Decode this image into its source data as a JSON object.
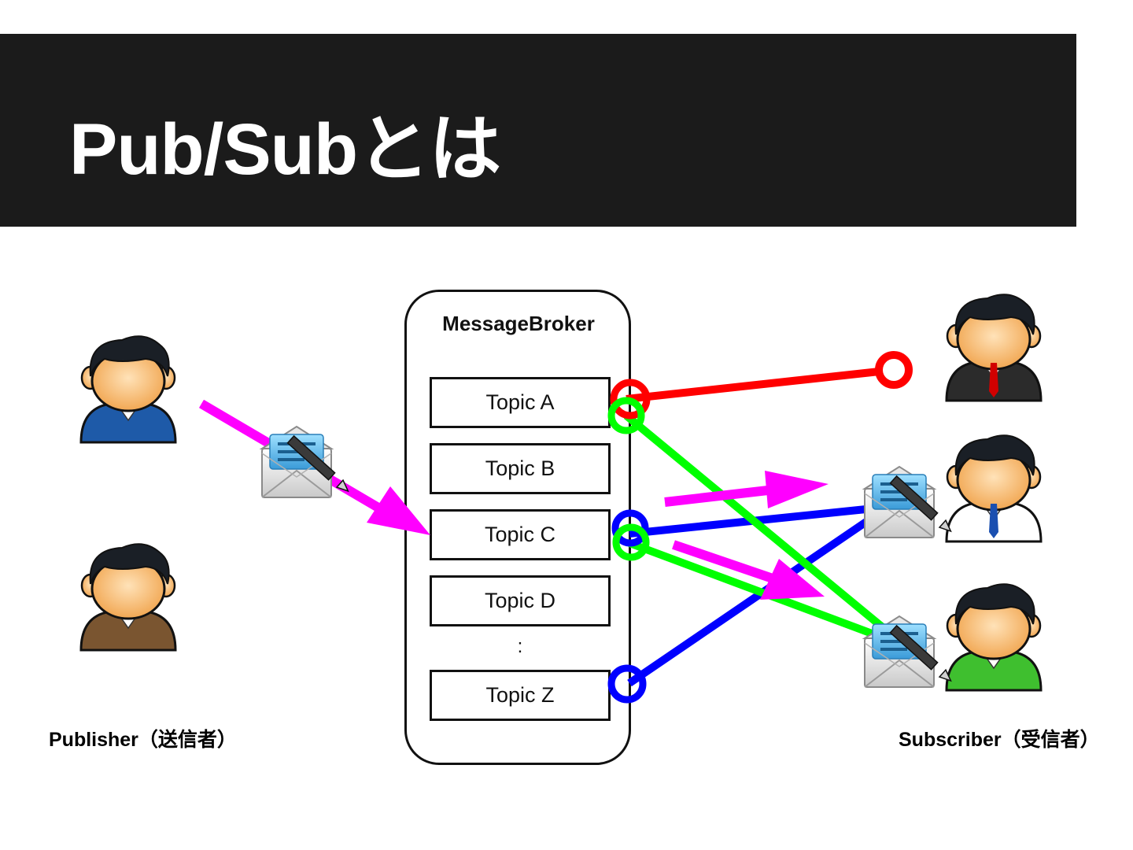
{
  "slide": {
    "title": "Pub/Subとは"
  },
  "broker": {
    "title": "MessageBroker",
    "topics": [
      "Topic A",
      "Topic B",
      "Topic C",
      "Topic D",
      "Topic Z"
    ],
    "ellipsis": ":"
  },
  "labels": {
    "publisher": "Publisher（送信者）",
    "subscriber": "Subscriber（受信者）"
  },
  "colors": {
    "title_bar": "#1b1b1b",
    "topic_a_line": "#ff0000",
    "topic_c_line": "#0000ff",
    "topic_ac_line": "#00ff00",
    "message_arrow": "#ff00ff",
    "publisher_1_suit": "#1e5aa8",
    "publisher_2_suit": "#7a5530",
    "subscriber_1_suit": "#2b2b2b",
    "subscriber_2_suit": "#ffffff",
    "subscriber_3_suit": "#3fbf2f"
  },
  "icons": [
    "person-icon",
    "mail-compose-icon"
  ]
}
